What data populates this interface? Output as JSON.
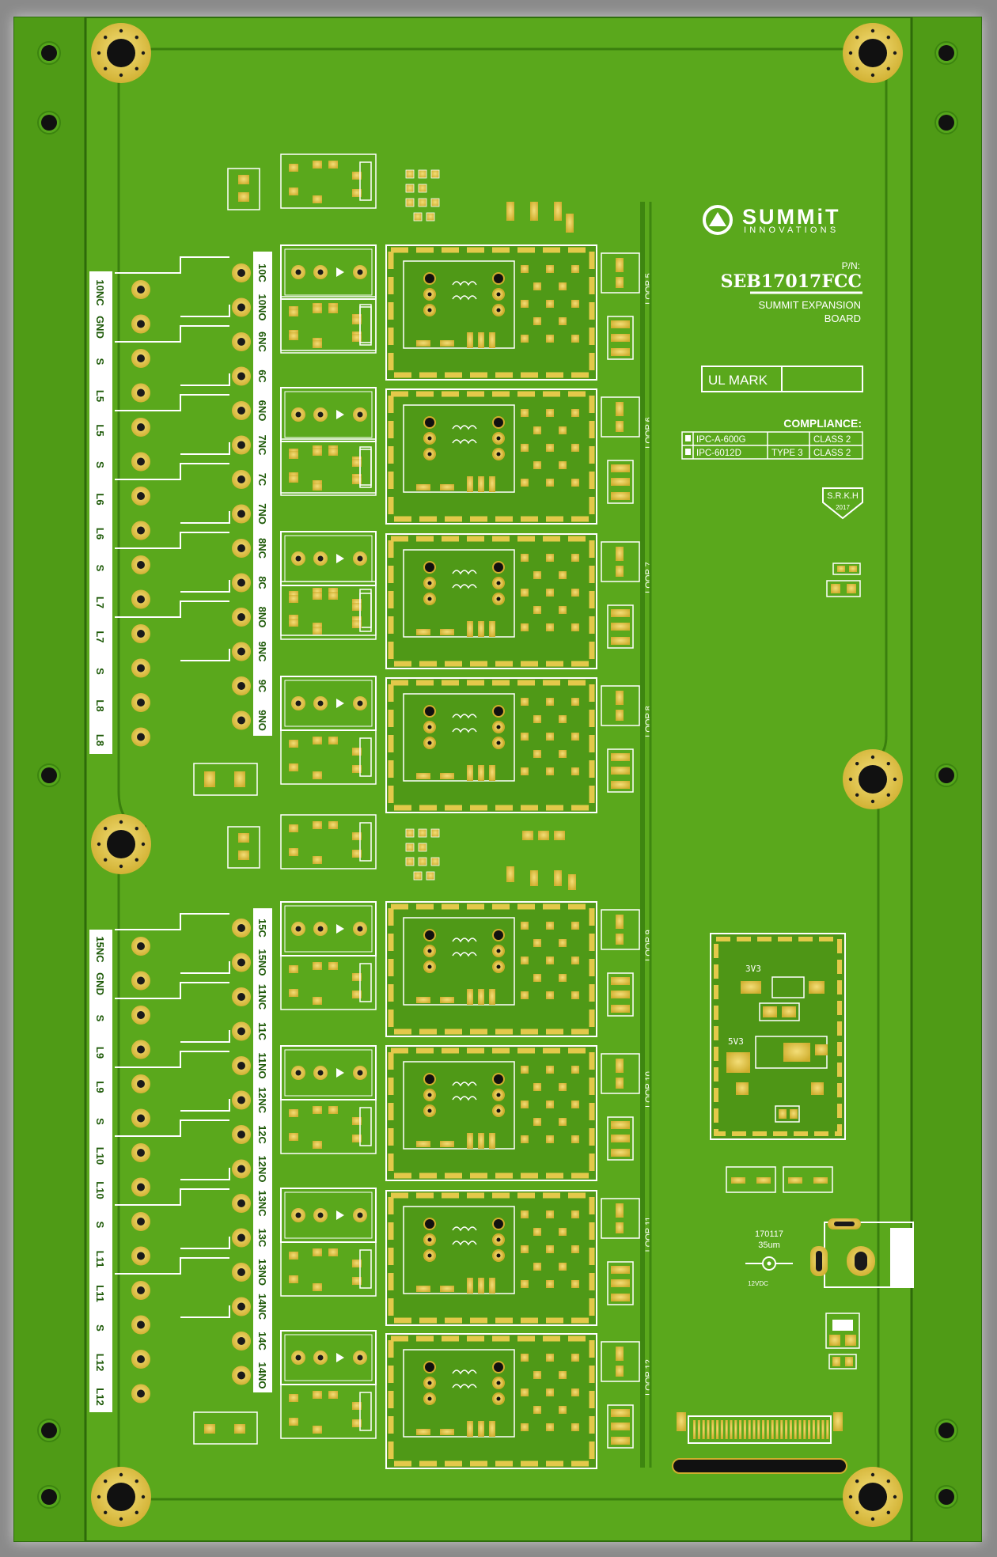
{
  "brand": {
    "logo_icon": "summit-mountain-icon",
    "name": "SUMMiT",
    "tagline": "INNOVATIONS"
  },
  "part": {
    "pn_label": "P/N:",
    "pn_value": "SEB17017FCC",
    "desc_line1": "SUMMIT EXPANSION",
    "desc_line2": "BOARD"
  },
  "ul_mark": {
    "label": "UL MARK",
    "value": ""
  },
  "compliance": {
    "title": "COMPLIANCE:",
    "rows": [
      {
        "standard": "IPC-A-600G",
        "type": "",
        "class": "CLASS 2"
      },
      {
        "standard": "IPC-6012D",
        "type": "TYPE 3",
        "class": "CLASS 2"
      }
    ]
  },
  "stamp": {
    "initials": "S.R.K.H",
    "year": "2017"
  },
  "board_info": {
    "date_code": "170117",
    "copper": "35um",
    "power_label": "12VDC",
    "reg_upper": "3V3",
    "reg_lower": "5V3"
  },
  "loops": [
    "LOOP 5",
    "LOOP 6",
    "LOOP 7",
    "LOOP 8",
    "LOOP 9",
    "LOOP 10",
    "LOOP 11",
    "LOOP 12"
  ],
  "terminal_labels_left_top": [
    "10NC",
    "GND",
    "S",
    "L5",
    "L5",
    "S",
    "L6",
    "L6",
    "S",
    "L7",
    "L7",
    "S",
    "L8",
    "L8"
  ],
  "terminal_labels_right_top": [
    "10C",
    "10NO",
    "6NC",
    "6C",
    "6NO",
    "7NC",
    "7C",
    "7NO",
    "8NC",
    "8C",
    "8NO",
    "9NC",
    "9C",
    "9NO"
  ],
  "terminal_labels_left_bottom": [
    "15NC",
    "GND",
    "S",
    "L9",
    "L9",
    "S",
    "L10",
    "L10",
    "S",
    "L11",
    "L11",
    "S",
    "L12",
    "L12"
  ],
  "terminal_labels_right_bottom": [
    "15C",
    "15NO",
    "11NC",
    "11C",
    "11NO",
    "12NC",
    "12C",
    "12NO",
    "13NC",
    "13C",
    "13NO",
    "14NC",
    "14C",
    "14NO"
  ],
  "colors": {
    "solder_mask": "#5aa81e",
    "rail": "#4c9a14",
    "pad_gold": "#e3c94a",
    "silkscreen": "#ffffff",
    "trace": "#4a9012",
    "background": "#8a8a8a"
  }
}
